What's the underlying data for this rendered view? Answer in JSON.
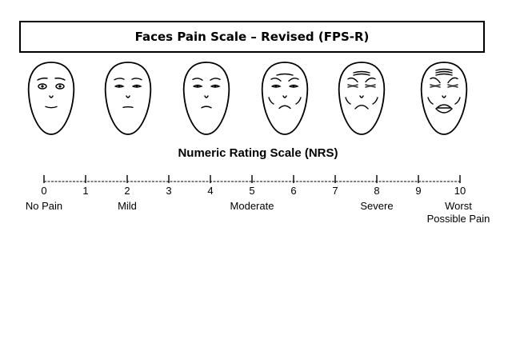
{
  "fps": {
    "title": "Faces Pain Scale – Revised (FPS-R)",
    "faces": [
      {
        "score": 0
      },
      {
        "score": 2
      },
      {
        "score": 4
      },
      {
        "score": 6
      },
      {
        "score": 8
      },
      {
        "score": 10
      }
    ]
  },
  "nrs": {
    "title": "Numeric Rating Scale (NRS)",
    "ticks": [
      "0",
      "1",
      "2",
      "3",
      "4",
      "5",
      "6",
      "7",
      "8",
      "9",
      "10"
    ],
    "anchors": [
      {
        "at": 0,
        "lines": [
          "No Pain"
        ]
      },
      {
        "at": 2,
        "lines": [
          "Mild"
        ]
      },
      {
        "at": 5,
        "lines": [
          "Moderate"
        ]
      },
      {
        "at": 8,
        "lines": [
          "Severe"
        ]
      },
      {
        "at": 10,
        "lines": [
          "Worst",
          "Possible Pain"
        ]
      }
    ]
  },
  "colors": {
    "ink": "#000000",
    "background": "#ffffff"
  }
}
